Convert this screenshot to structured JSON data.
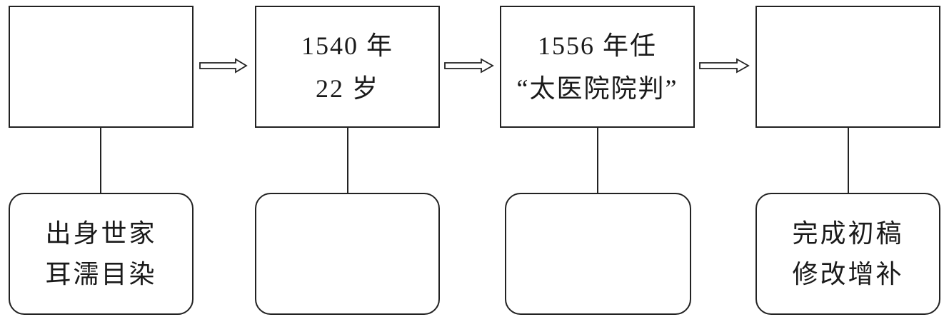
{
  "stages": [
    {
      "top": {},
      "bottom": {
        "line1": "出身世家",
        "line2": "耳濡目染"
      }
    },
    {
      "top": {
        "line1": "1540 年",
        "line2": "22 岁"
      },
      "bottom": {}
    },
    {
      "top": {
        "line1": "1556 年任",
        "line2": "“太医院院判”"
      },
      "bottom": {}
    },
    {
      "top": {},
      "bottom": {
        "line1": "完成初稿",
        "line2": "修改增补"
      }
    }
  ]
}
